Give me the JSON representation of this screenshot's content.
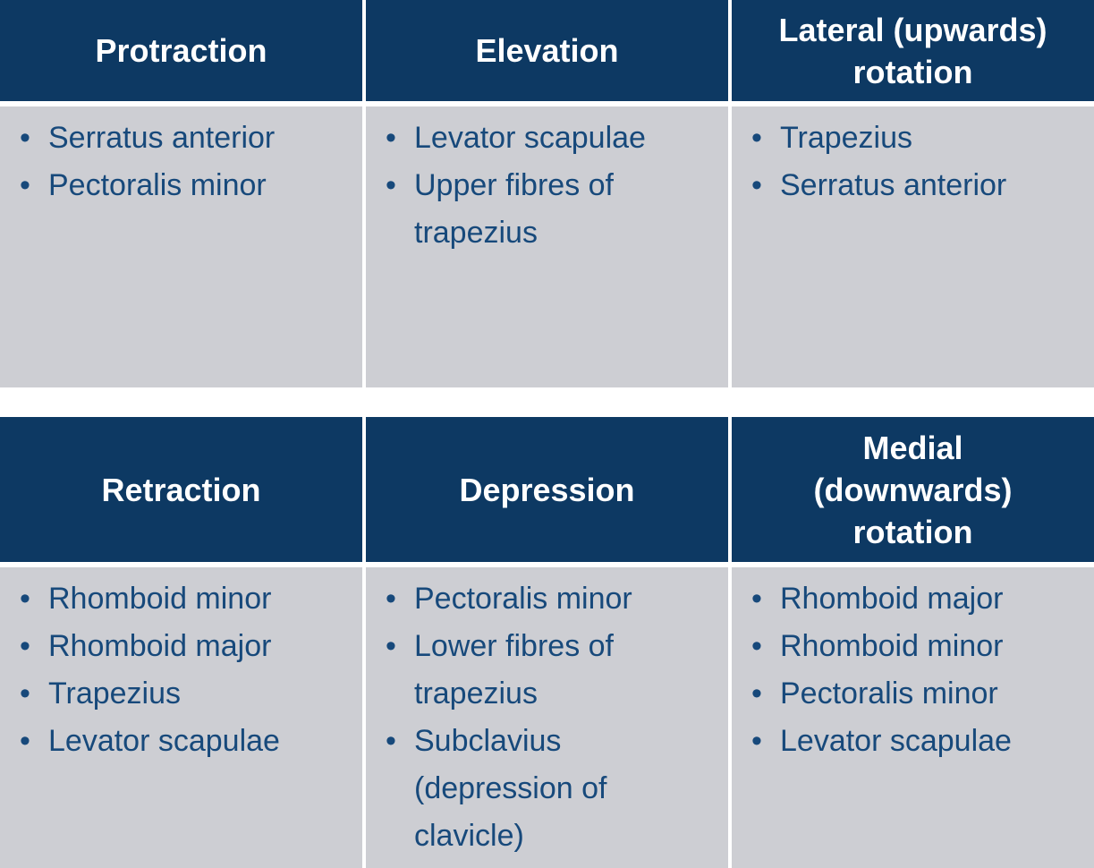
{
  "colors": {
    "page_bg": "#ffffff",
    "header_bg": "#0d3963",
    "header_text": "#ffffff",
    "body_bg": "#cdced3",
    "body_text": "#17497b"
  },
  "glyphs": {
    "bullet": "•"
  },
  "tables": [
    {
      "columns": [
        {
          "header": "Protraction",
          "header_lines": [
            "Protraction"
          ],
          "items": [
            "Serratus anterior",
            "Pectoralis minor"
          ]
        },
        {
          "header": "Elevation",
          "header_lines": [
            "Elevation"
          ],
          "items": [
            "Levator scapulae",
            "Upper fibres of trapezius"
          ]
        },
        {
          "header": "Lateral (upwards) rotation",
          "header_lines": [
            "Lateral (upwards)",
            "rotation"
          ],
          "items": [
            "Trapezius",
            "Serratus anterior"
          ]
        }
      ]
    },
    {
      "columns": [
        {
          "header": "Retraction",
          "header_lines": [
            "Retraction"
          ],
          "items": [
            "Rhomboid minor",
            "Rhomboid major",
            "Trapezius",
            "Levator scapulae"
          ]
        },
        {
          "header": "Depression",
          "header_lines": [
            "Depression"
          ],
          "items": [
            "Pectoralis minor",
            "Lower fibres of trapezius",
            "Subclavius (depression of clavicle)"
          ]
        },
        {
          "header": "Medial (downwards) rotation",
          "header_lines": [
            "Medial",
            "(downwards)",
            "rotation"
          ],
          "items": [
            "Rhomboid major",
            "Rhomboid minor",
            "Pectoralis minor",
            "Levator scapulae"
          ]
        }
      ]
    }
  ]
}
